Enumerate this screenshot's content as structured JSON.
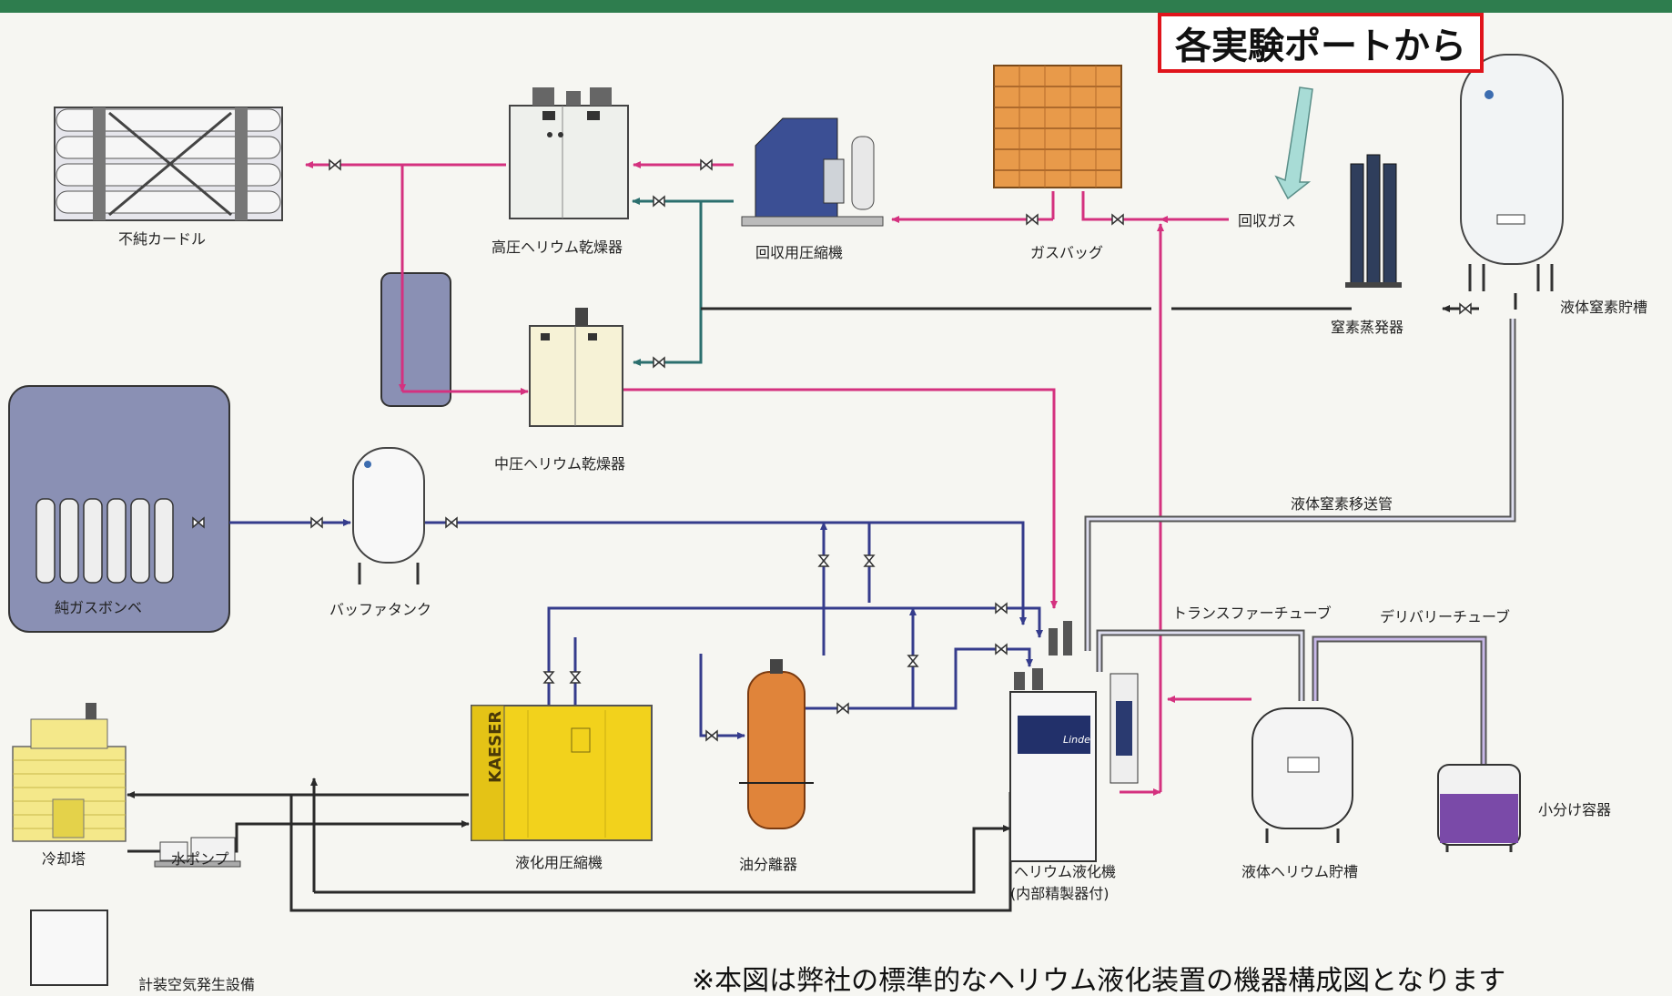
{
  "callout": {
    "text": "各実験ポートから"
  },
  "footnote": "※本図は弊社の標準的なヘリウム液化装置の機器構成図となります",
  "labels": {
    "impure_curdle": "不純カードル",
    "hp_dryer": "高圧ヘリウム乾燥器",
    "recovery_compressor": "回収用圧縮機",
    "gas_bag": "ガスバッグ",
    "recovery_gas": "回収ガス",
    "nitrogen_evaporator": "窒素蒸発器",
    "ln2_storage": "液体窒素貯槽",
    "mp_dryer": "中圧ヘリウム乾燥器",
    "pure_gas_cylinders": "純ガスボンベ",
    "buffer_tank": "バッファタンク",
    "ln2_transfer": "液体窒素移送管",
    "transfer_tube": "トランスファーチューブ",
    "delivery_tube": "デリバリーチューブ",
    "cooling_tower": "冷却塔",
    "water_pump": "水ポンプ",
    "liq_compressor": "液化用圧縮機",
    "oil_separator": "油分離器",
    "liquefier": "ヘリウム液化機",
    "liquefier_sub": "(内部精製器付)",
    "lhe_storage": "液体ヘリウム貯槽",
    "small_container": "小分け容器",
    "instrument_air": "計装空気発生設備",
    "kaeser_brand": "KAESER",
    "linde_brand": "Linde"
  },
  "colors": {
    "pink_line": "#d4317f",
    "blue_line": "#353c8c",
    "green_line": "#2b6f6e",
    "dark_line": "#2a2a2a",
    "highlight_box": "#8a90b4",
    "callout_border": "#e0141b",
    "compressor_yellow": "#f2d21c",
    "oil_separator_orange": "#e0843a",
    "gas_bag_orange": "#e89a4a",
    "cooling_tower_yellow": "#f4e88a",
    "arrow_cyan": "#a8dcd6"
  }
}
